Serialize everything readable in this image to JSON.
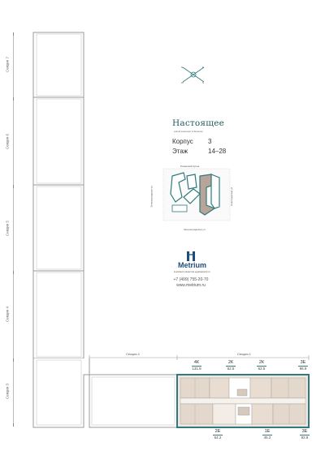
{
  "sections": {
    "left_labels": [
      "Секция 7",
      "Секция 6",
      "Секция 5",
      "Секция 4",
      "Секция 3"
    ],
    "bottom_labels": [
      "Секция 2",
      "Секция 1"
    ]
  },
  "brand": {
    "name": "Настоящее",
    "subtitle": "жилой комплекс в Зеленом"
  },
  "info": {
    "building_label": "Корпус",
    "building_value": "3",
    "floor_label": "Этаж",
    "floor_value": "14–28"
  },
  "site_plan": {
    "street_top": "Рязанский бульв.",
    "street_left": "Зеленоградская ул.",
    "street_right": "Новоградская ул.",
    "street_bottom": "Зеленоградская ул.",
    "highlight_color": "#b9a49a"
  },
  "developer": {
    "name": "Metrium",
    "subtitle": "компания развития недвижимости",
    "phone": "+7 (499) 755-20-70",
    "site": "www.metrium.ru"
  },
  "apartments_top": [
    {
      "type": "4К",
      "area": "131.8"
    },
    {
      "type": "2К",
      "area": "62.5"
    },
    {
      "type": "2К",
      "area": "62.5"
    },
    {
      "type": "3Е",
      "area": "96.9"
    }
  ],
  "apartments_bottom": [
    {
      "type": "2Е",
      "area": "64.2"
    },
    {
      "type": "1Е",
      "area": "45.2"
    },
    {
      "type": "3Е",
      "area": "92.8"
    }
  ],
  "colors": {
    "accent": "#2f7a7c",
    "plan_fill": "#e7dcd2",
    "outline": "#9a9a9a"
  }
}
